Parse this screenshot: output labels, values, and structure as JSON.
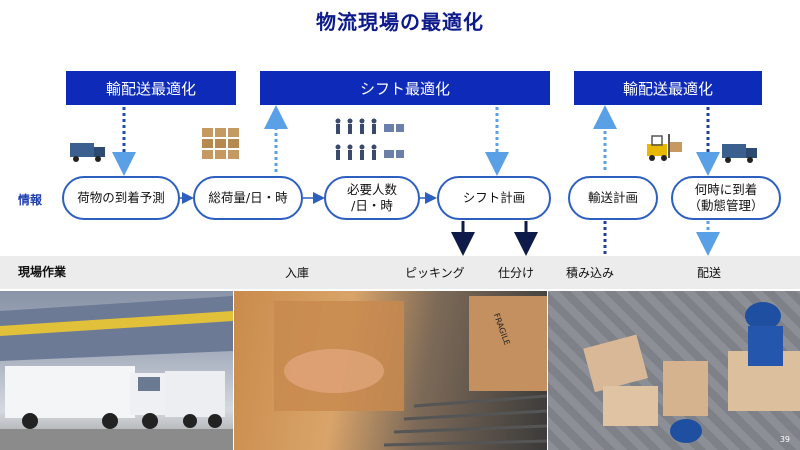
{
  "title": "物流現場の最適化",
  "banners": [
    "輸配送最適化",
    "シフト最適化",
    "輸配送最適化"
  ],
  "info_label": "情報",
  "nodes": [
    "荷物の到着予測",
    "総荷量/日・時",
    "必要人数\n/日・時",
    "シフト計画",
    "輸送計画",
    "何時に到着\n（動態管理）"
  ],
  "field_label": "現場作業",
  "operations": [
    "入庫",
    "ピッキング",
    "仕分け",
    "積み込み",
    "配送"
  ],
  "box_label": "FRAGILE",
  "page_number": "39",
  "colors": {
    "title": "#0d1a8c",
    "banner": "#0d2bb8",
    "node_border": "#2c5fc0",
    "dotted_arrow": "#5aa0e6",
    "solid_arrow": "#0d1a4a"
  },
  "icons": [
    "truck-icon",
    "boxes-icon",
    "workers-icon",
    "forklift-icon"
  ]
}
